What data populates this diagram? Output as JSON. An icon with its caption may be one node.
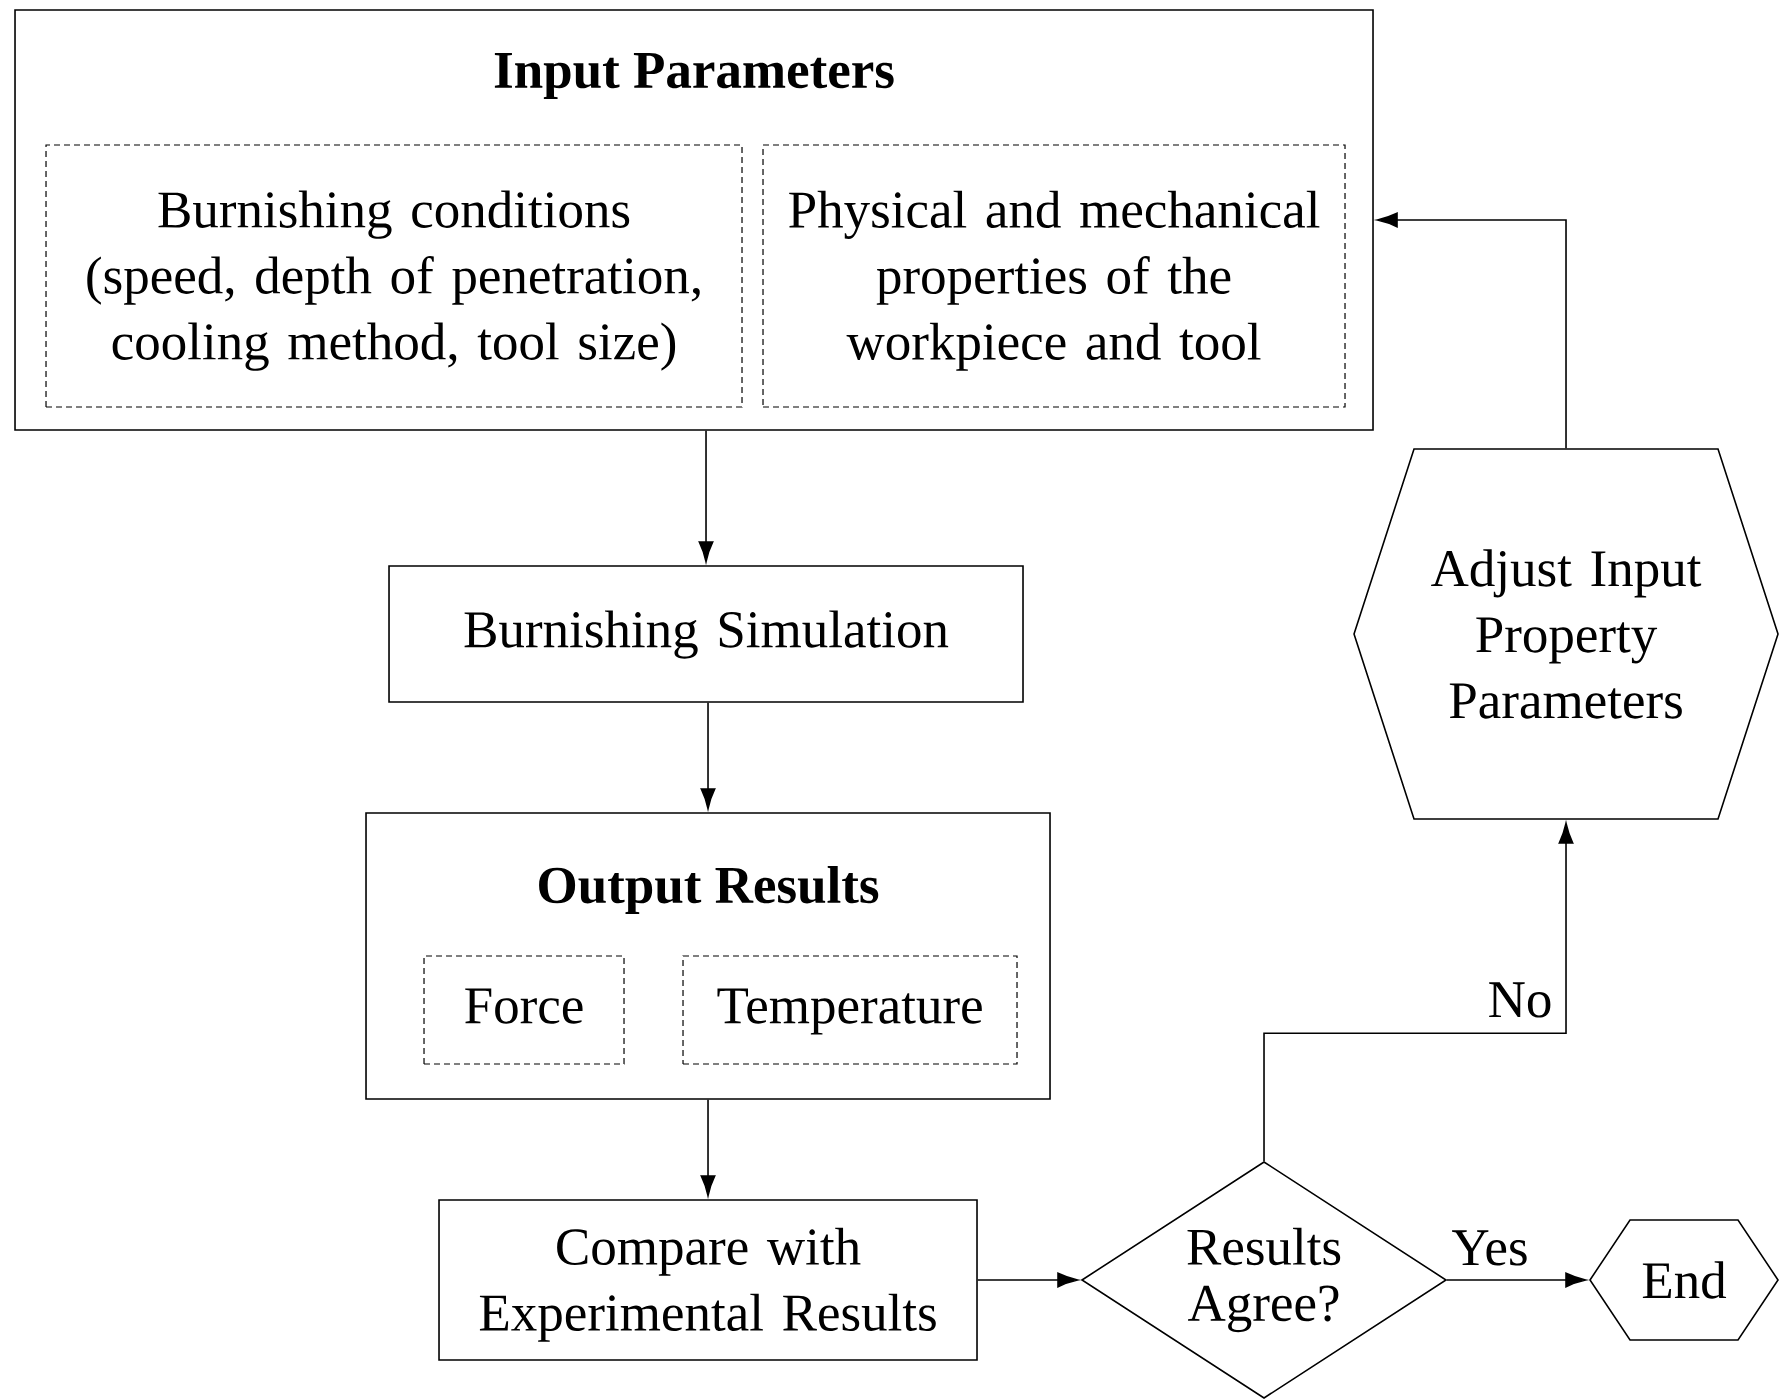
{
  "diagram": {
    "nodes": [
      {
        "text": [
          "Input Parameters"
        ]
      },
      {
        "text": [
          "Burnishing conditions (speed, depth of penetration, cooling method, tool size)"
        ],
        "in": 0
      },
      {
        "text": [
          "Physical and mechanical properties of the workpiece and tool"
        ],
        "in": 0
      },
      {
        "text": [
          "Burnishing Simulation"
        ]
      },
      {
        "text": [
          "Output Results"
        ]
      },
      {
        "text": [
          "Force"
        ],
        "in": 4
      },
      {
        "text": [
          "Temperature"
        ],
        "in": 4
      },
      {
        "text": [
          "Compare with Experimental Results"
        ]
      },
      {
        "text": [
          "Results Agree?"
        ]
      },
      {
        "text": [
          "End"
        ]
      },
      {
        "text": [
          "Adjust Input Property Parameters"
        ]
      }
    ],
    "edges": [
      {
        "from": 0,
        "to": 3,
        "arrow": "to"
      },
      {
        "from": 3,
        "to": 4,
        "arrow": "to"
      },
      {
        "from": 4,
        "to": 7,
        "arrow": "to"
      },
      {
        "from": 7,
        "to": 8,
        "arrow": "to"
      },
      {
        "from": 8,
        "to": 9,
        "arrow": "to",
        "label": "Yes"
      },
      {
        "from": 8,
        "to": 10,
        "arrow": "to",
        "label": "No"
      },
      {
        "from": 10,
        "to": 0,
        "arrow": "to"
      }
    ]
  }
}
